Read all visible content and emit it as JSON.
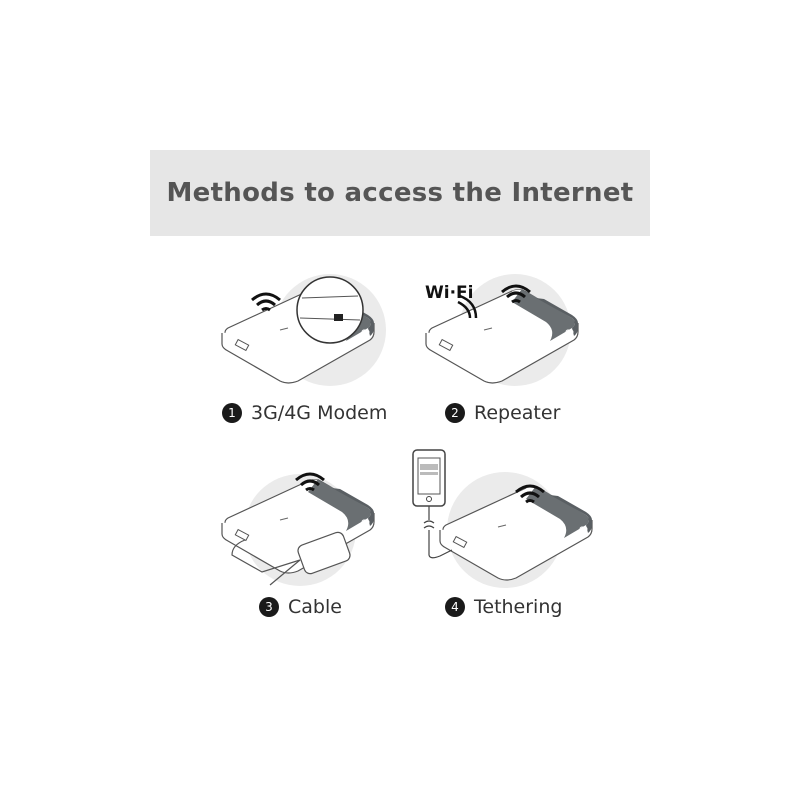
{
  "title": "Methods to access the Internet",
  "methods": [
    {
      "number": "1",
      "label": "3G/4G Modem",
      "icon": "sim-card-modem"
    },
    {
      "number": "2",
      "label": "Repeater",
      "icon": "wifi-repeater"
    },
    {
      "number": "3",
      "label": "Cable",
      "icon": "ethernet-cable"
    },
    {
      "number": "4",
      "label": "Tethering",
      "icon": "phone-tethering"
    }
  ],
  "wifi_logo": "Wi-Fi",
  "colors": {
    "banner": "#e6e6e6",
    "title": "#555555",
    "circle": "#ebebeb",
    "device_band": "#5a5f63",
    "badge": "#1a1a1a"
  }
}
